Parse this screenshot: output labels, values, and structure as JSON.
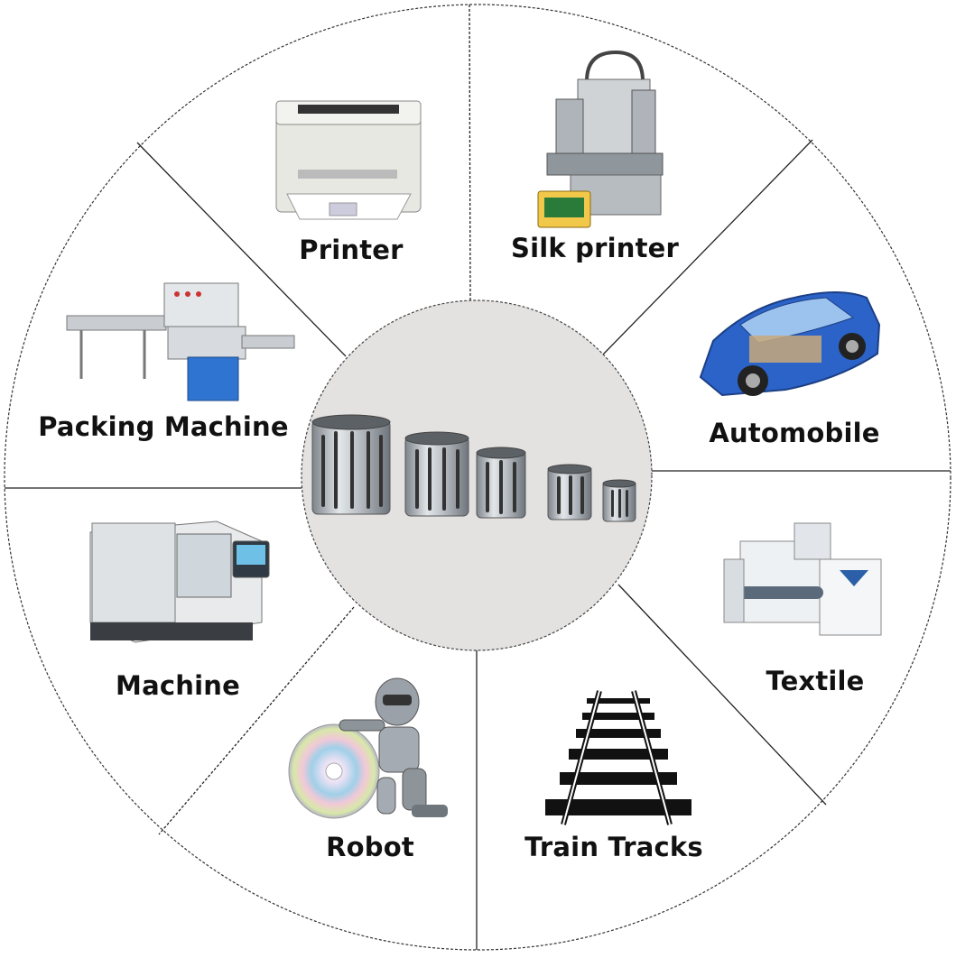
{
  "diagram": {
    "center": {
      "image": "linear-bearings-photo"
    },
    "sectors": [
      {
        "label": "Printer",
        "icon": "printer-icon"
      },
      {
        "label": "Silk printer",
        "icon": "silk-printer-icon"
      },
      {
        "label": "Automobile",
        "icon": "automobile-icon"
      },
      {
        "label": "Textile",
        "icon": "textile-machine-icon"
      },
      {
        "label": "Train Tracks",
        "icon": "train-tracks-icon"
      },
      {
        "label": "Robot",
        "icon": "robot-icon"
      },
      {
        "label": "Machine",
        "icon": "cnc-machine-icon"
      },
      {
        "label": "Packing Machine",
        "icon": "packing-machine-icon"
      }
    ]
  },
  "colors": {
    "center_fill": "#e4e2e1",
    "divider": "#222222",
    "text": "#111111",
    "accent_blue": "#2b63c8",
    "steel": "#aab1b8"
  }
}
